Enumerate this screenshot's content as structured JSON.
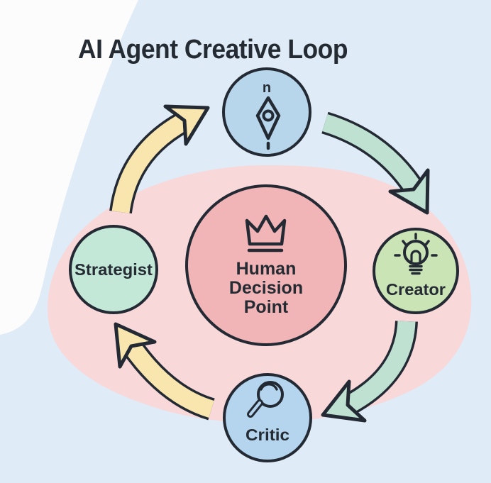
{
  "title": "AI Agent Creative Loop",
  "diagram": {
    "type": "cycle",
    "center": {
      "name": "Human Decision Point",
      "lines": [
        "Human",
        "Decision",
        "Point"
      ],
      "icon": "crown-icon"
    },
    "ring_nodes": {
      "top": {
        "label": "",
        "icon": "compass-icon",
        "marker": "n"
      },
      "right": {
        "label": "Creator",
        "icon": "lightbulb-icon",
        "marker": ""
      },
      "bottom": {
        "label": "Critic",
        "icon": "magnifier-icon",
        "marker": ""
      },
      "left": {
        "label": "Strategist",
        "icon": "",
        "marker": ""
      }
    },
    "arrows": [
      {
        "from": "left",
        "to": "top",
        "color": "#f9e6ae"
      },
      {
        "from": "top",
        "to": "right",
        "color": "#bfe1d2"
      },
      {
        "from": "right",
        "to": "bottom",
        "color": "#bfe1d2"
      },
      {
        "from": "bottom",
        "to": "left",
        "color": "#f9e6ae"
      }
    ]
  },
  "colors": {
    "background_white": "#fcfcfd",
    "background_blue": "#dfebf6",
    "pink_blob": "#f9d8da",
    "outline": "#232a34",
    "text": "#252b33",
    "center_fill": "#f2b5b7",
    "compass_fill": "#b8d6eb",
    "creator_fill": "#cae4b5",
    "critic_fill": "#b5d5ee",
    "strategist_fill": "#c3e8d8",
    "yellow_arrow": "#f9e6ae",
    "teal_arrow": "#bfe1d2",
    "crown_fill": "#f8e096",
    "bulb_fill": "#f8ecc2",
    "lens_highlight_fill": "#f5f8fa"
  }
}
